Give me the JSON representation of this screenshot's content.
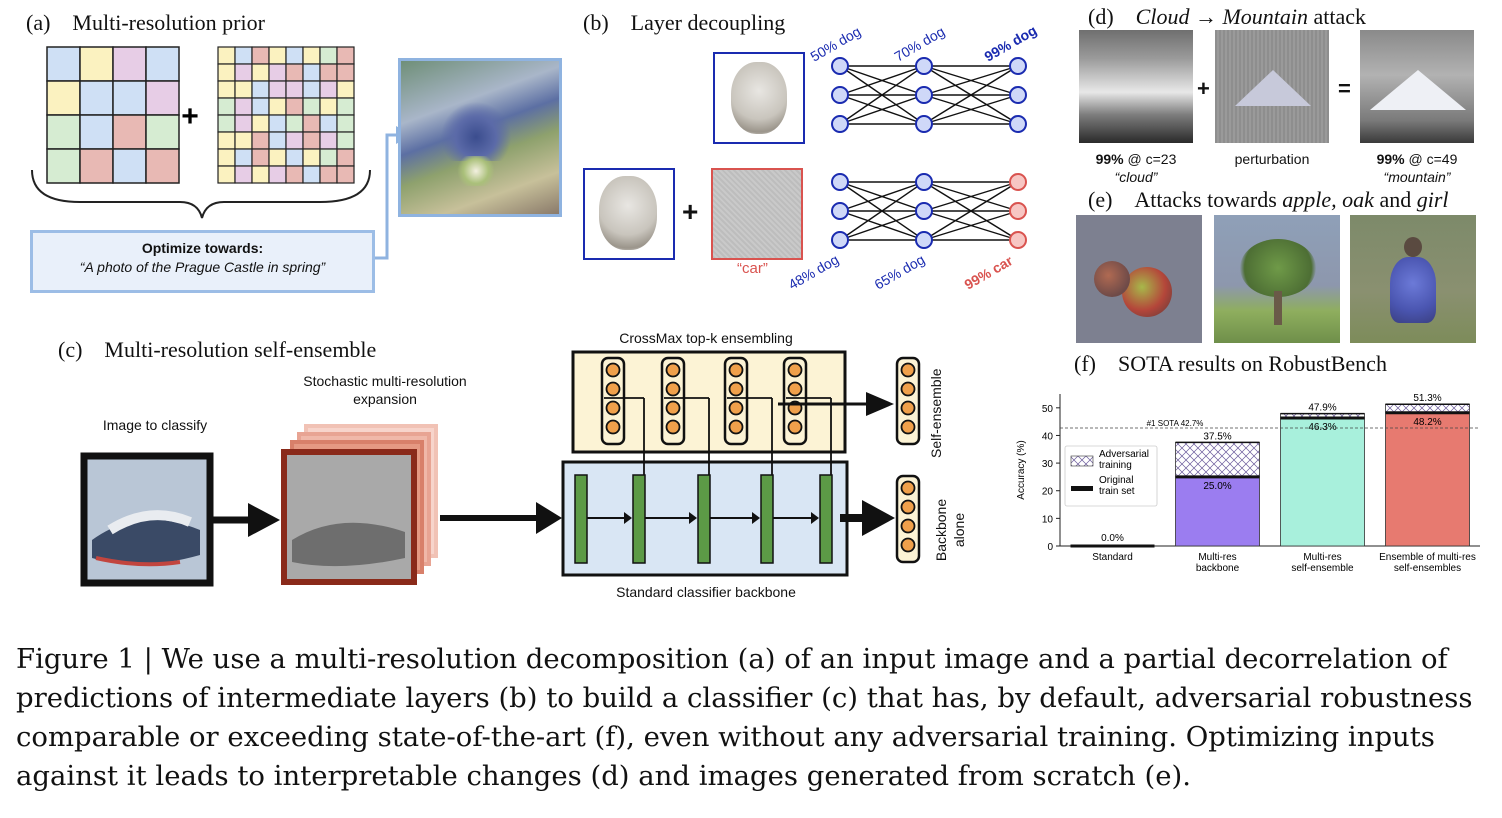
{
  "panel_a": {
    "title": "(a) Multi-resolution prior",
    "plus": "+",
    "optimize_bold": "Optimize towards:",
    "optimize_prompt": "“A photo of the Prague Castle in spring”"
  },
  "panel_b": {
    "title": "(b) Layer decoupling",
    "top_labels": [
      "50% dog",
      "70% dog",
      "99% dog"
    ],
    "bottom_labels": [
      "48% dog",
      "65% dog",
      "99% car"
    ],
    "car_label": "“car”",
    "plus": "+"
  },
  "panel_c": {
    "title": "(c) Multi-resolution self-ensemble",
    "image_label": "Image to classify",
    "expansion_label": "Stochastic multi-resolution expansion",
    "crossmax_label": "CrossMax top-k ensembling",
    "backbone_label": "Standard classifier backbone",
    "self_ensemble_label": "Self-ensemble",
    "backbone_alone_label": "Backbone alone"
  },
  "panel_d": {
    "title_prefix": "(d) ",
    "title_cloud": "Cloud",
    "title_arrow": " → ",
    "title_mountain": "Mountain",
    "title_suffix": " attack",
    "plus": "+",
    "equals": "=",
    "left_pct": "99%",
    "left_at": " @ c=23",
    "left_class": "“cloud”",
    "middle": "perturbation",
    "right_pct": "99%",
    "right_at": " @ c=49",
    "right_class": "“mountain”"
  },
  "panel_e": {
    "title_prefix": "(e) Attacks towards ",
    "title_items": "apple, oak",
    "title_and": " and ",
    "title_girl": "girl"
  },
  "panel_f": {
    "title": "(f) SOTA results on RobustBench"
  },
  "chart_data": {
    "type": "bar",
    "ylabel": "Accuracy (%)",
    "ylim": [
      0,
      55
    ],
    "yticks": [
      0,
      10,
      20,
      30,
      40,
      50
    ],
    "categories": [
      "Standard",
      "Multi-res backbone",
      "Multi-res self-ensemble",
      "Ensemble of multi-res self-ensembles"
    ],
    "series": [
      {
        "name": "Original train set",
        "values": [
          0.0,
          25.0,
          46.3,
          48.2
        ]
      },
      {
        "name": "Adversarial training",
        "values": [
          0.0,
          37.5,
          47.9,
          51.3
        ]
      }
    ],
    "bar_colors": [
      "#f2f2f2",
      "#9b7df0",
      "#a8f0dc",
      "#e77a70"
    ],
    "labels_adv": [
      "",
      "37.5%",
      "47.9%",
      "51.3%"
    ],
    "labels_orig": [
      "0.0%",
      "25.0%",
      "46.3%",
      "48.2%"
    ],
    "sota_value": 42.7,
    "sota_label": "#1 SOTA 42.7%",
    "legend_position": "left"
  },
  "caption": "Figure 1 | We use a multi-resolution decomposition (a) of an input image and a partial decorrelation of predictions of intermediate layers (b) to build a classifier (c) that has, by default, adversarial robustness comparable or exceeding state-of-the-art (f), even without any adversarial training. Optimizing inputs against it leads to interpretable changes (d) and images generated from scratch (e)."
}
